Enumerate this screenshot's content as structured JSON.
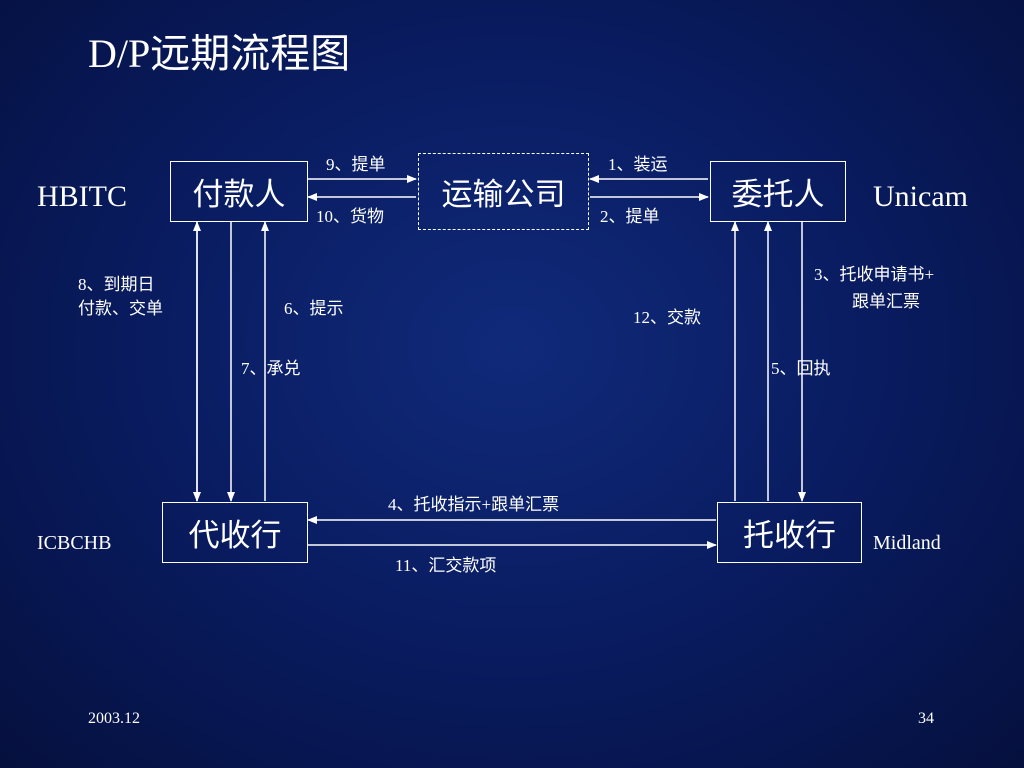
{
  "title": "D/P远期流程图",
  "nodes": {
    "payer": "付款人",
    "shipping": "运输公司",
    "principal": "委托人",
    "presenting_bank": "代收行",
    "remitting_bank": "托收行"
  },
  "entities": {
    "payer_name": "HBITC",
    "principal_name": "Unicam",
    "presenting_bank_name": "ICBCHB",
    "remitting_bank_name": "Midland"
  },
  "steps": {
    "s1": "1、装运",
    "s2": "2、提单",
    "s3_line1": "3、托收申请书+",
    "s3_line2": "跟单汇票",
    "s4": "4、托收指示+跟单汇票",
    "s5": "5、回执",
    "s6": "6、提示",
    "s7": "7、承兑",
    "s8_line1": "8、到期日",
    "s8_line2": "付款、交单",
    "s9": "9、提单",
    "s10": "10、货物",
    "s11": "11、汇交款项",
    "s12": "12、交款"
  },
  "footer": {
    "date": "2003.12",
    "page": "34"
  },
  "colors": {
    "background": "#0a1d63",
    "foreground": "#ffffff"
  }
}
